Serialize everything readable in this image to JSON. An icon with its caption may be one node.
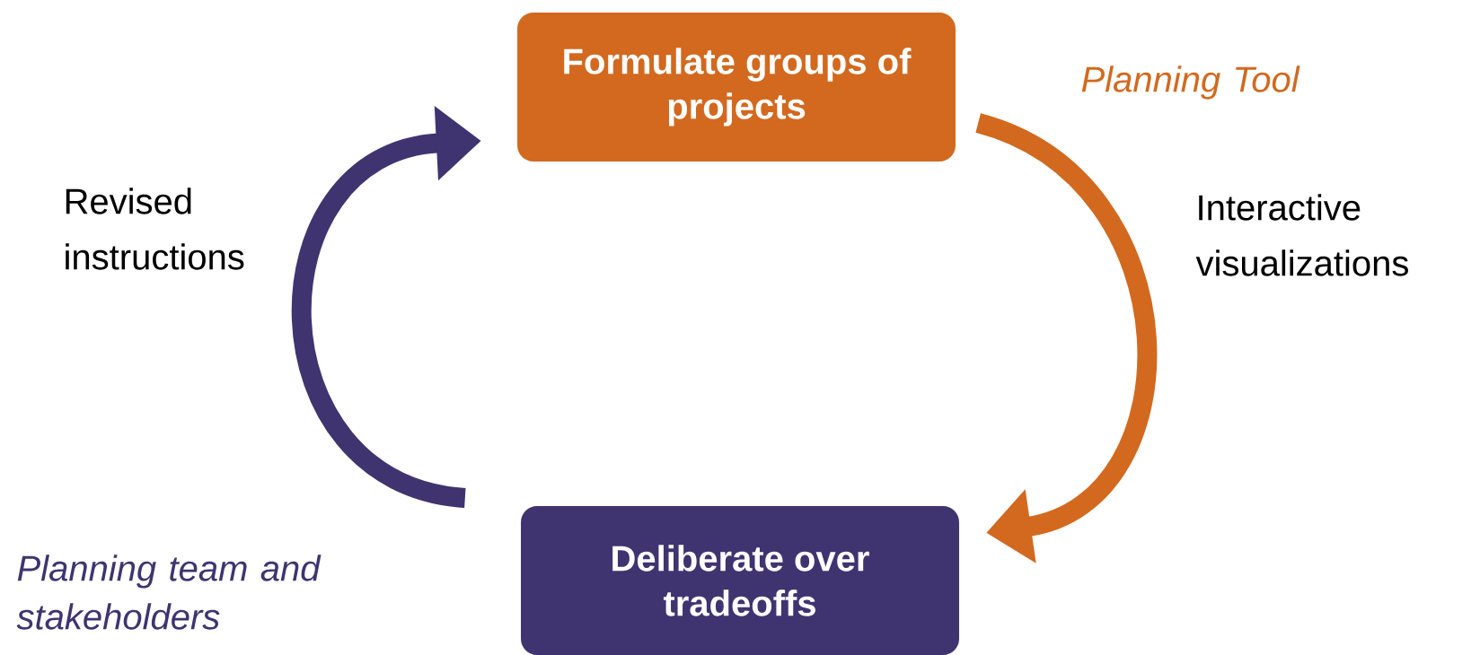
{
  "diagram": {
    "nodes": [
      {
        "text": [
          "Formulate groups of projects"
        ]
      },
      {
        "text": [
          "Deliberate over tradeoffs"
        ]
      }
    ],
    "edges": [
      {
        "from": 0,
        "to": 1,
        "arrow": "to",
        "label": "Interactive visualizations",
        "color": "#d2691f"
      },
      {
        "from": 1,
        "to": 0,
        "arrow": "to",
        "label": "Revised instructions",
        "color": "#3f3470"
      }
    ],
    "labels": [
      "Planning Tool",
      "Planning team and stakeholders"
    ]
  }
}
